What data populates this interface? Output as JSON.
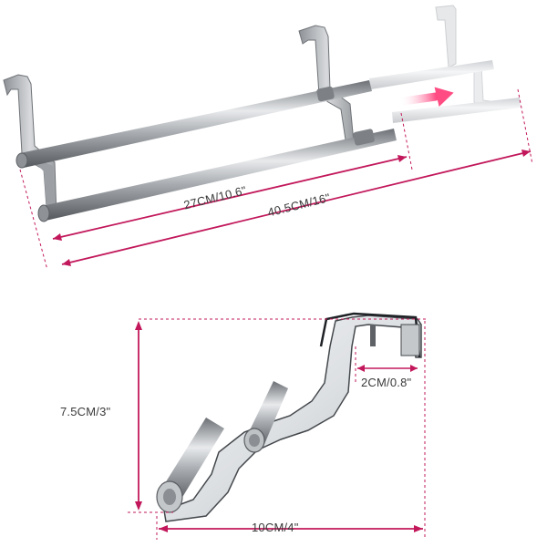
{
  "photo": {
    "subject": "Extendable double towel bar hanging over a cabinet door",
    "dimensions": {
      "retracted_length": "27CM/10.6\"",
      "extended_length": "40.5CM/16\"",
      "height": "7.5CM/3\"",
      "hook_width": "2CM/0.8\"",
      "depth": "10CM/4\""
    }
  },
  "colors": {
    "dimension_line": "#c2185b",
    "arrow": "#ff5a8c",
    "steel": "#b0b4b8",
    "label_text": "#3a3a3a"
  }
}
